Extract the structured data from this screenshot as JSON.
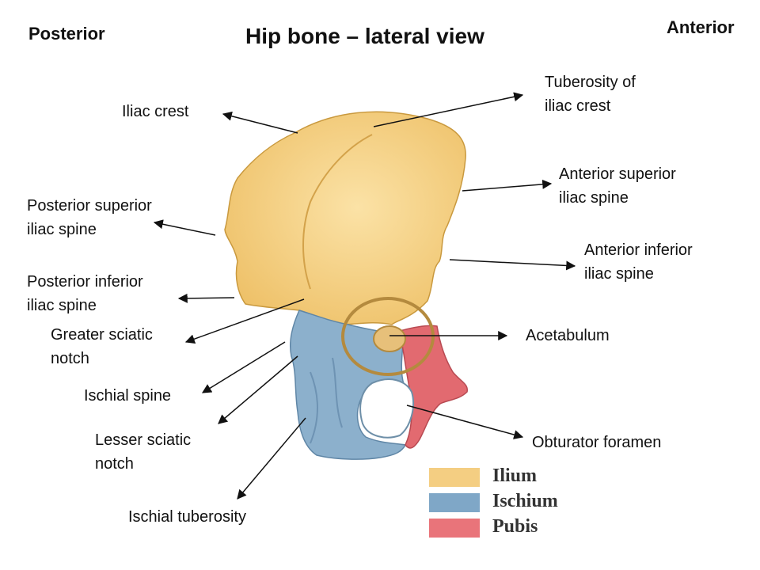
{
  "title": "Hip bone – lateral view",
  "orientation": {
    "left": "Posterior",
    "right": "Anterior"
  },
  "labels": {
    "iliac_crest": "Iliac crest",
    "tuberosity_iliac_crest": [
      "Tuberosity of",
      "iliac crest"
    ],
    "asis": [
      "Anterior superior",
      "iliac spine"
    ],
    "psis": [
      "Posterior superior",
      "iliac spine"
    ],
    "aiis": [
      "Anterior inferior",
      "iliac spine"
    ],
    "piis": [
      "Posterior inferior",
      "iliac spine"
    ],
    "greater_sciatic_notch": [
      "Greater sciatic",
      "notch"
    ],
    "acetabulum": "Acetabulum",
    "ischial_spine": "Ischial spine",
    "lesser_sciatic_notch": [
      "Lesser sciatic",
      "notch"
    ],
    "obturator_foramen": "Obturator foramen",
    "ischial_tuberosity": "Ischial tuberosity"
  },
  "legend": [
    {
      "name": "Ilium",
      "color": "#F4CE82"
    },
    {
      "name": "Ischium",
      "color": "#7FA7C7"
    },
    {
      "name": "Pubis",
      "color": "#E9747A"
    }
  ],
  "colors": {
    "ilium": "#F4CE82",
    "ischium": "#8CB0CC",
    "pubis": "#E26A70",
    "arrow": "#111111"
  }
}
